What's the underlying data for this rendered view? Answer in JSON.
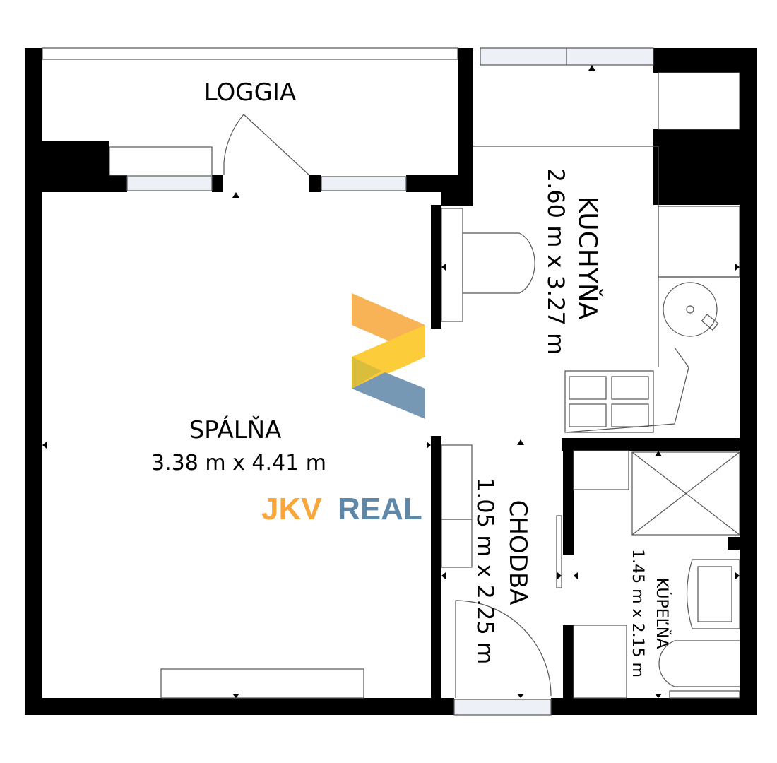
{
  "rooms": {
    "loggia": {
      "name": "LOGGIA"
    },
    "bedroom": {
      "name": "SPÁLŇA",
      "size": "3.38 m x 4.41 m"
    },
    "kitchen": {
      "name": "KUCHYŇA",
      "size": "2.60 m x 3.27 m"
    },
    "hallway": {
      "name": "CHODBA",
      "size": "1.05 m x 2.25 m"
    },
    "bathroom": {
      "name": "KÚPEĽŇA",
      "size": "1.45 m x 2.15 m"
    }
  },
  "watermark": {
    "part1": "JKV",
    "part2": "REAL",
    "color_orange": "#f9a63a",
    "color_yellow": "#fcc419",
    "color_blue": "#5f87a8"
  },
  "colors": {
    "wall": "#000000",
    "line": "#555555"
  }
}
